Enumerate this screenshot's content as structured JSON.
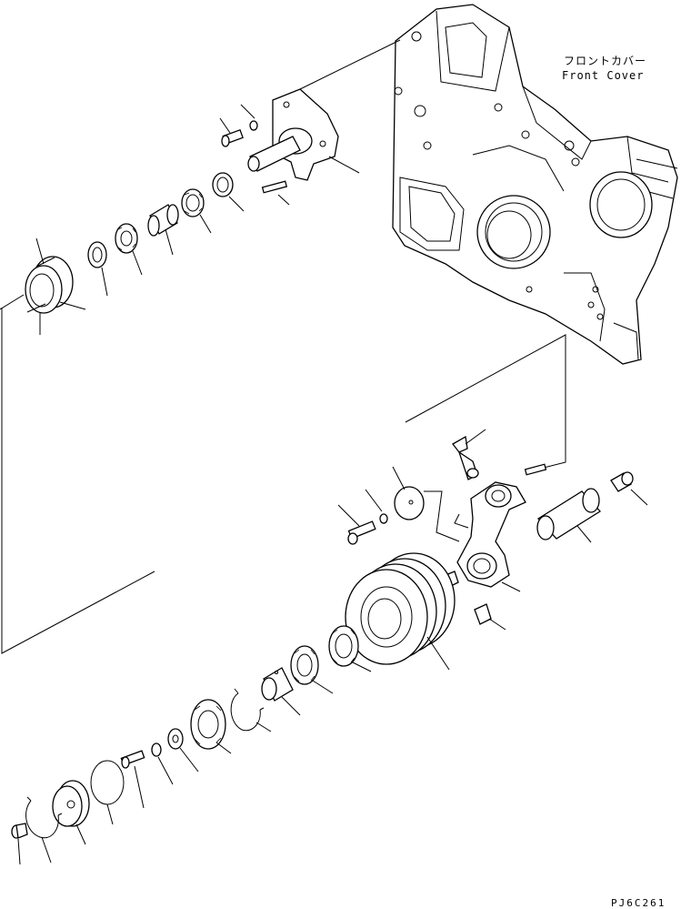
{
  "labels": {
    "front_cover_jp": "フロントカバー",
    "front_cover_en": "Front Cover",
    "drawing_code": "PJ6C261"
  }
}
